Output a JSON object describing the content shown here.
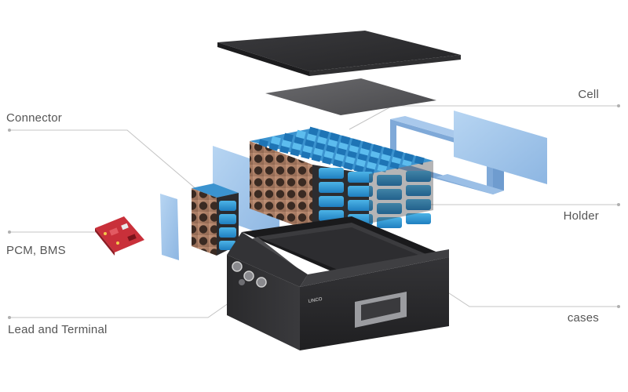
{
  "labels": {
    "connector": "Connector",
    "pcm_bms": "PCM, BMS",
    "lead_terminal": "Lead and Terminal",
    "cell": "Cell",
    "holder": "Holder",
    "cases": "cases"
  },
  "case_logo": "LiNCO",
  "colors": {
    "lid": "#2b2b2d",
    "insulation": "#555558",
    "cell_blue": "#2f9ad6",
    "holder_bronze": "#a4775e",
    "sheet_blue": "#9fc4ea",
    "pcb_red": "#c9303a",
    "case": "#2a2a2c",
    "leader_line": "#bdbdbd",
    "label_text": "#555555"
  },
  "icons": [
    "pcb-icon",
    "terminal-icon",
    "handle-icon",
    "cell-icon"
  ]
}
